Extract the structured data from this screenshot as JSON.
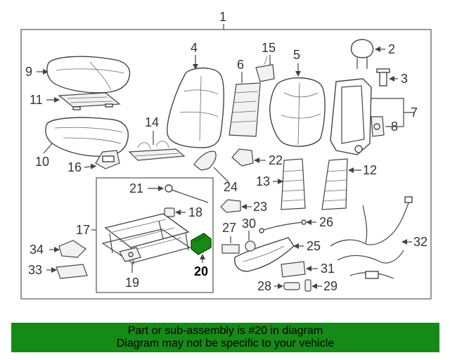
{
  "diagram": {
    "callouts": {
      "c1": "1",
      "c2": "2",
      "c3": "3",
      "c4": "4",
      "c5": "5",
      "c6": "6",
      "c7": "7",
      "c8": "8",
      "c9": "9",
      "c10": "10",
      "c11": "11",
      "c12": "12",
      "c13": "13",
      "c14": "14",
      "c15": "15",
      "c16": "16",
      "c17": "17",
      "c18": "18",
      "c19": "19",
      "c20": "20",
      "c21": "21",
      "c22": "22",
      "c23": "23",
      "c24": "24",
      "c25": "25",
      "c26": "26",
      "c27": "27",
      "c28": "28",
      "c29": "29",
      "c30": "30",
      "c31": "31",
      "c32": "32",
      "c33": "33",
      "c34": "34"
    },
    "highlight_color": "#168a16"
  },
  "banner": {
    "line1": "Part or sub-assembly is #20 in diagram",
    "line2": "Diagram may not be specific to your vehicle",
    "background": "#168a16"
  }
}
